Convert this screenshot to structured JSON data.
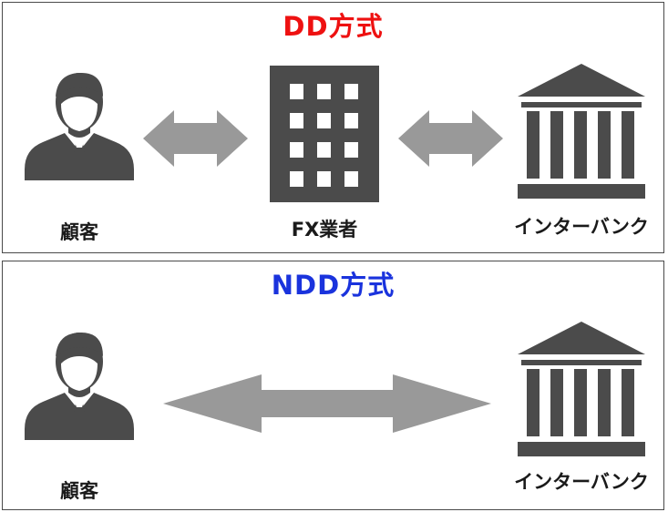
{
  "colors": {
    "icon": "#4b4b4b",
    "arrow": "#999999",
    "dd_title": "#ee1111",
    "ndd_title": "#1a33dd"
  },
  "dd": {
    "title": "DD方式",
    "customer_label": "顧客",
    "broker_label": "FX業者",
    "bank_label": "インターバンク",
    "icons": [
      "person-icon",
      "office-building-icon",
      "bank-icon"
    ]
  },
  "ndd": {
    "title": "NDD方式",
    "customer_label": "顧客",
    "bank_label": "インターバンク",
    "icons": [
      "person-icon",
      "bank-icon"
    ]
  }
}
